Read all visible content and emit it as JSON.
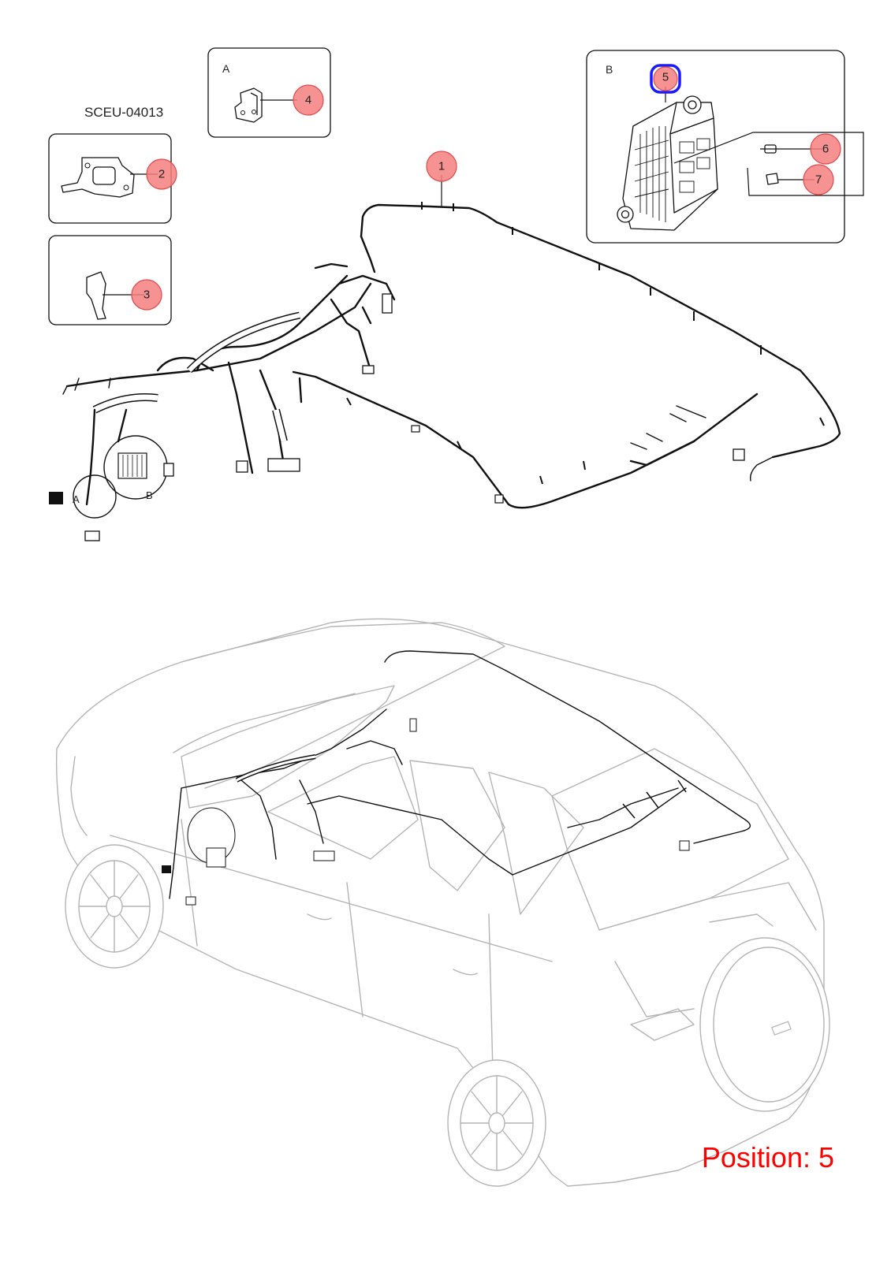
{
  "diagram_code": "SCEU-04013",
  "detail_labels": {
    "a": "A",
    "b": "B"
  },
  "callouts": [
    {
      "id": "1",
      "label": "1",
      "highlighted": false
    },
    {
      "id": "2",
      "label": "2",
      "highlighted": false
    },
    {
      "id": "3",
      "label": "3",
      "highlighted": false
    },
    {
      "id": "4",
      "label": "4",
      "highlighted": false
    },
    {
      "id": "5",
      "label": "5",
      "highlighted": true
    },
    {
      "id": "6",
      "label": "6",
      "highlighted": false
    },
    {
      "id": "7",
      "label": "7",
      "highlighted": false
    }
  ],
  "position_text": "Position: 5",
  "colors": {
    "callout_fill": "#f47f7f",
    "callout_stroke": "#e04a4a",
    "highlight_stroke": "#1a1aff",
    "position_text": "#ff0000"
  }
}
